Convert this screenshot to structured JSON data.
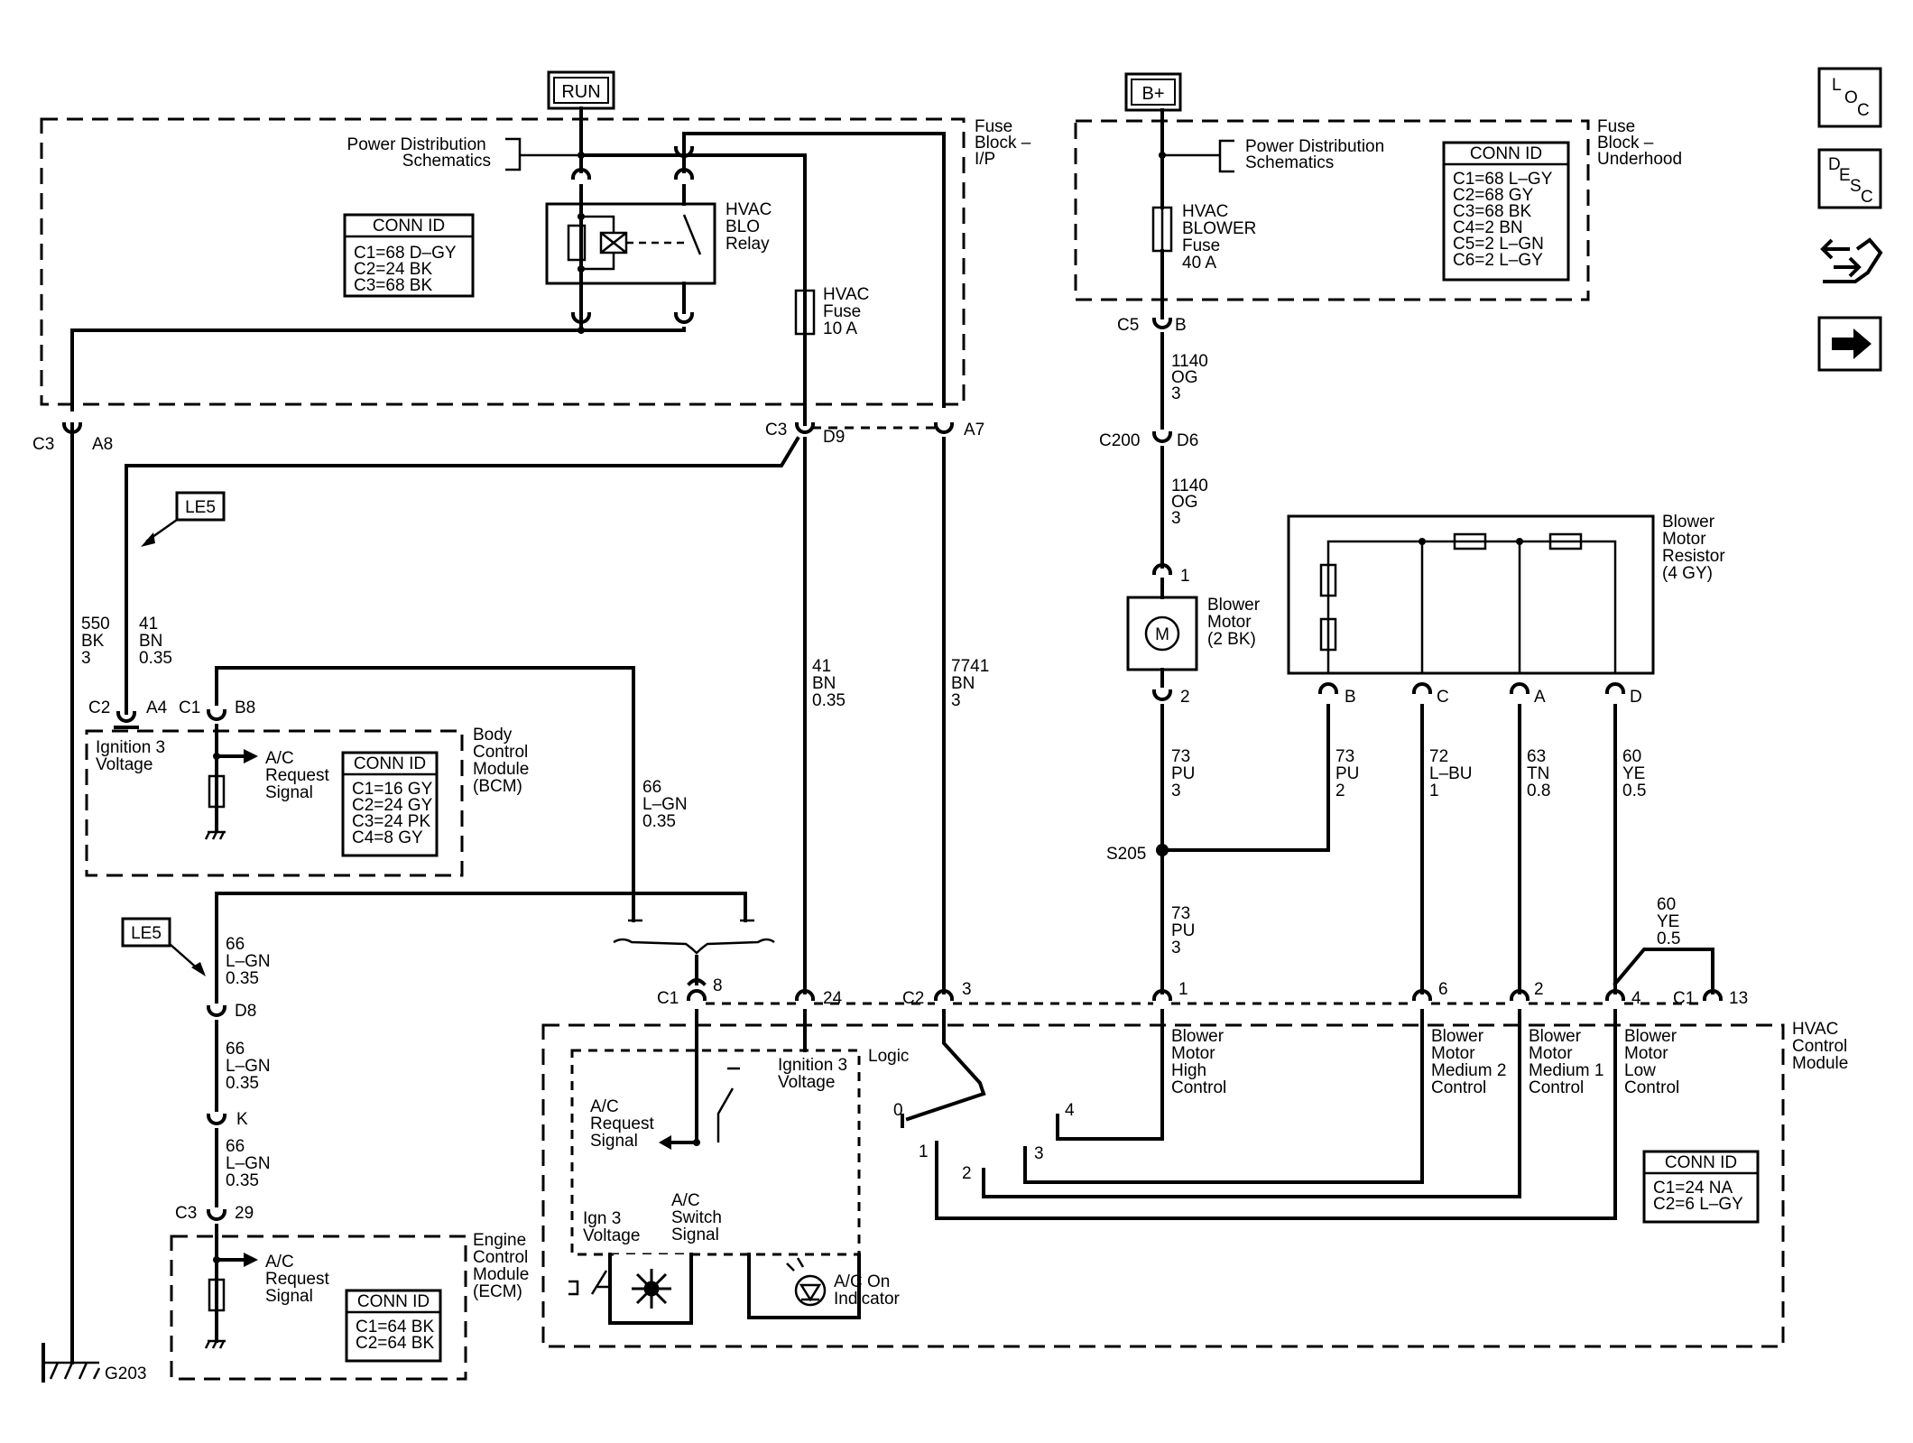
{
  "power": {
    "run": "RUN",
    "bplus": "B+"
  },
  "fuse_ip": {
    "name": [
      "Fuse",
      "Block –",
      "I/P"
    ],
    "pds": [
      "Power Distribution",
      "Schematics"
    ],
    "relay": [
      "HVAC",
      "BLO",
      "Relay"
    ],
    "fuse": [
      "HVAC",
      "Fuse",
      "10 A"
    ],
    "conn": {
      "title": "CONN ID",
      "rows": [
        "C1=68 D–GY",
        "C2=24 BK",
        "C3=68 BK"
      ]
    }
  },
  "fuse_uh": {
    "name": [
      "Fuse",
      "Block –",
      "Underhood"
    ],
    "pds": [
      "Power Distribution",
      "Schematics"
    ],
    "fuse": [
      "HVAC",
      "BLOWER",
      "Fuse",
      "40 A"
    ],
    "conn": {
      "title": "CONN ID",
      "rows": [
        "C1=68 L–GY",
        "C2=68 GY",
        "C3=68 BK",
        "C4=2 BN",
        "C5=2 L–GN",
        "C6=2 L–GY"
      ]
    }
  },
  "connectors": {
    "c3": "C3",
    "a8": "A8",
    "c3b": "C3",
    "d9": "D9",
    "a7": "A7",
    "c5": "C5",
    "b": "B",
    "c200": "C200",
    "d6": "D6",
    "c2a": "C2",
    "a4": "A4",
    "c1a": "C1",
    "b8": "B8",
    "d8": "D8",
    "k": "K",
    "c3c": "C3",
    "p29": "29",
    "c1b": "C1",
    "p8": "8",
    "p24": "24",
    "c2b": "C2",
    "p3": "3",
    "p1": "1",
    "p6": "6",
    "p2": "2",
    "p4": "4",
    "c1c": "C1",
    "p13": "13",
    "m1": "1",
    "m2": "2",
    "rb": "B",
    "rc": "C",
    "ra": "A",
    "rd": "D",
    "s205": "S205",
    "g203": "G203"
  },
  "wires": {
    "w550": [
      "550",
      "BK",
      "3"
    ],
    "w41a": [
      "41",
      "BN",
      "0.35"
    ],
    "w41b": [
      "41",
      "BN",
      "0.35"
    ],
    "w7741": [
      "7741",
      "BN",
      "3"
    ],
    "w1140a": [
      "1140",
      "OG",
      "3"
    ],
    "w1140b": [
      "1140",
      "OG",
      "3"
    ],
    "w66a": [
      "66",
      "L–GN",
      "0.35"
    ],
    "w66b": [
      "66",
      "L–GN",
      "0.35"
    ],
    "w66c": [
      "66",
      "L–GN",
      "0.35"
    ],
    "w66d": [
      "66",
      "L–GN",
      "0.35"
    ],
    "w73a": [
      "73",
      "PU",
      "3"
    ],
    "w73b": [
      "73",
      "PU",
      "2"
    ],
    "w72": [
      "72",
      "L–BU",
      "1"
    ],
    "w63": [
      "63",
      "TN",
      "0.8"
    ],
    "w60a": [
      "60",
      "YE",
      "0.5"
    ],
    "w73c": [
      "73",
      "PU",
      "3"
    ],
    "w60b": [
      "60",
      "YE",
      "0.5"
    ]
  },
  "le5": [
    "LE5",
    "LE5"
  ],
  "bcm": {
    "name": [
      "Body",
      "Control",
      "Module",
      "(BCM)"
    ],
    "ign": [
      "Ignition 3",
      "Voltage"
    ],
    "req": [
      "A/C",
      "Request",
      "Signal"
    ],
    "conn": {
      "title": "CONN ID",
      "rows": [
        "C1=16 GY",
        "C2=24 GY",
        "C3=24 PK",
        "C4=8 GY"
      ]
    }
  },
  "ecm": {
    "name": [
      "Engine",
      "Control",
      "Module",
      "(ECM)"
    ],
    "req": [
      "A/C",
      "Request",
      "Signal"
    ],
    "conn": {
      "title": "CONN ID",
      "rows": [
        "C1=64 BK",
        "C2=64 BK"
      ]
    }
  },
  "blower": {
    "label": [
      "Blower",
      "Motor",
      "(2 BK)"
    ],
    "m": "M"
  },
  "resistor": {
    "label": [
      "Blower",
      "Motor",
      "Resistor",
      "(4 GY)"
    ]
  },
  "hvac": {
    "name": [
      "HVAC",
      "Control",
      "Module"
    ],
    "logic": "Logic",
    "ign": [
      "Ignition 3",
      "Voltage"
    ],
    "req": [
      "A/C",
      "Request",
      "Signal"
    ],
    "ign3": [
      "Ign 3",
      "Voltage"
    ],
    "sw": [
      "A/C",
      "Switch",
      "Signal"
    ],
    "ind": [
      "A/C On",
      "Indicator"
    ],
    "high": [
      "Blower",
      "Motor",
      "High",
      "Control"
    ],
    "med2": [
      "Blower",
      "Motor",
      "Medium 2",
      "Control"
    ],
    "med1": [
      "Blower",
      "Motor",
      "Medium 1",
      "Control"
    ],
    "low": [
      "Blower",
      "Motor",
      "Low",
      "Control"
    ],
    "pos": [
      "0",
      "1",
      "2",
      "3",
      "4"
    ],
    "conn": {
      "title": "CONN ID",
      "rows": [
        "C1=24 NA",
        "C2=6 L–GY"
      ]
    }
  },
  "icons": [
    "loc-icon",
    "desc-icon",
    "hand-arrows-icon",
    "arrow-right-icon"
  ],
  "icon_text": {
    "loc": [
      "L",
      "O",
      "C"
    ],
    "desc": [
      "D",
      "E",
      "S",
      "C"
    ]
  }
}
